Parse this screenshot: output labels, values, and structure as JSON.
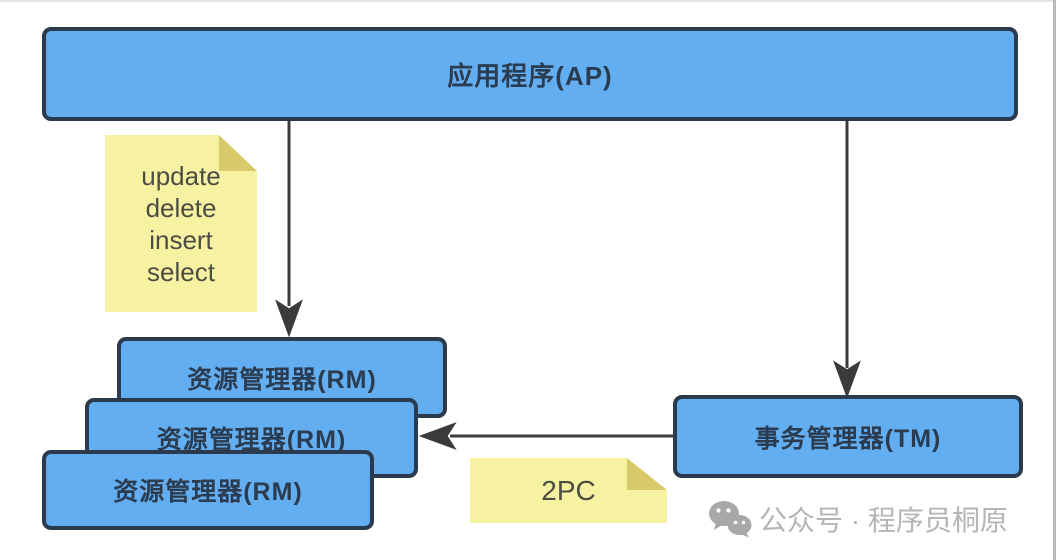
{
  "diagram": {
    "ap_box": {
      "label": "应用程序(AP)"
    },
    "sql_note": {
      "lines": [
        "update",
        "delete",
        "insert",
        "select"
      ]
    },
    "rm_boxes": [
      {
        "label": "资源管理器(RM)"
      },
      {
        "label": "资源管理器(RM)"
      },
      {
        "label": "资源管理器(RM)"
      }
    ],
    "tm_box": {
      "label": "事务管理器(TM)"
    },
    "pc_note": {
      "label": "2PC"
    },
    "colors": {
      "box_fill": "#63aef1",
      "box_border": "#2b3a4d",
      "box_text": "#2b3c50",
      "note_fill": "#f7f2a2",
      "note_fold": "#d8ca6a",
      "note_text": "#4c4d42",
      "arrow": "#3b3b3b",
      "watermark_gray": "#b5b5b5"
    }
  },
  "watermark": {
    "icon": "wechat-icon",
    "label": "公众号 · 程序员桐原"
  }
}
